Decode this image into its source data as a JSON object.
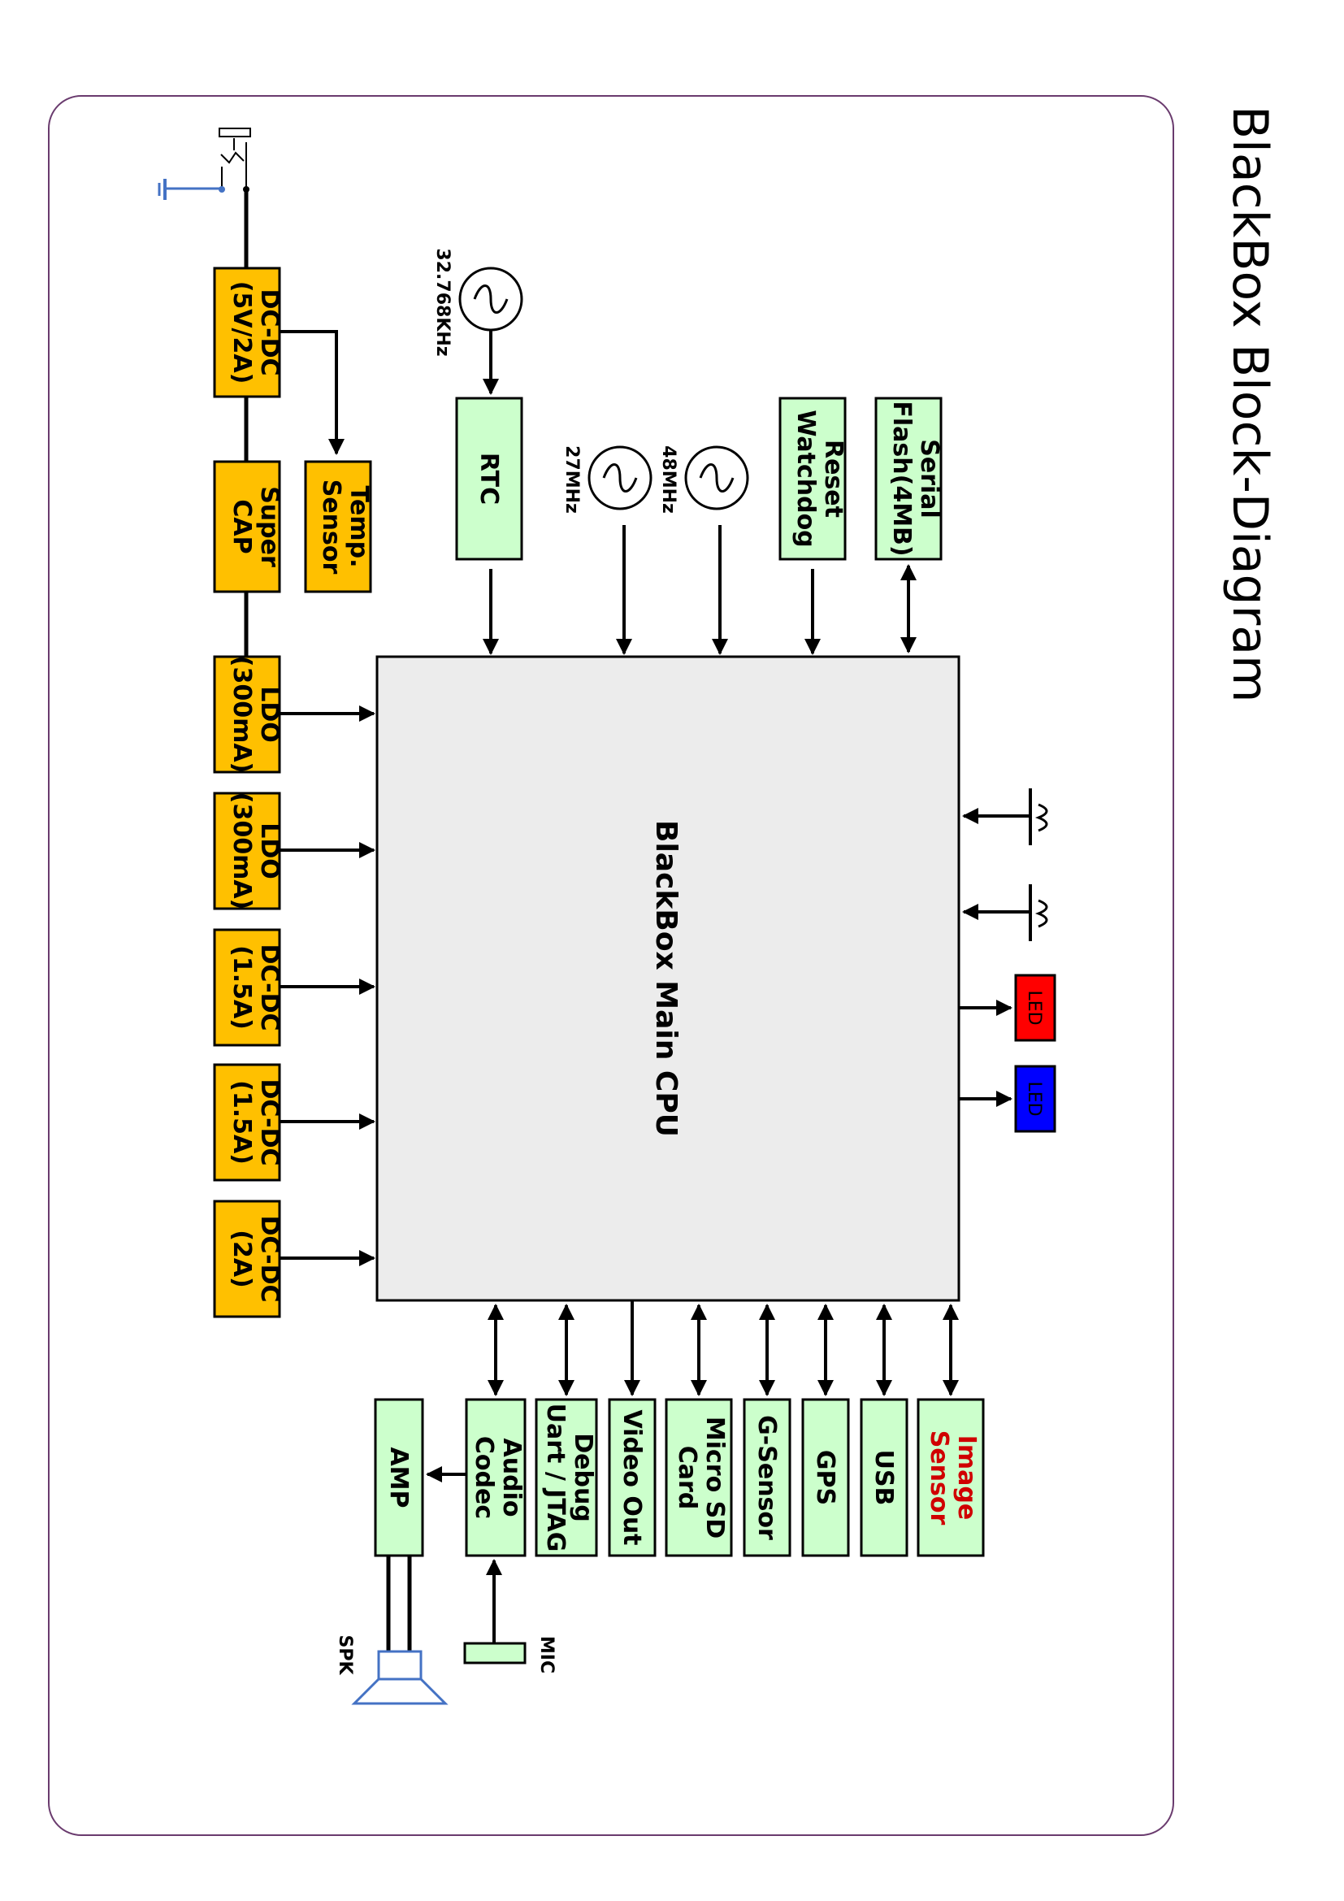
{
  "title": "BlackBox Block-Diagram",
  "cpu": "BlackBox Main CPU",
  "power": {
    "dcdc_main": [
      "DC-DC",
      "(5V/2A)"
    ],
    "temp_sensor": [
      "Temp.",
      "Sensor"
    ],
    "super_cap": [
      "Super",
      "CAP"
    ],
    "ldo1": [
      "LDO",
      "(300mA)"
    ],
    "ldo2": [
      "LDO",
      "(300mA)"
    ],
    "dcdc_15a_1": [
      "DC-DC",
      "(1.5A)"
    ],
    "dcdc_15a_2": [
      "DC-DC",
      "(1.5A)"
    ],
    "dcdc_2a": [
      "DC-DC",
      "(2A)"
    ]
  },
  "clock": {
    "rtc_freq": "32.768KHz",
    "rtc": "RTC",
    "osc_27": "27MHz",
    "osc_48": "48MHz"
  },
  "memory": {
    "reset": [
      "Reset",
      "Watchdog"
    ],
    "flash": [
      "Serial",
      "Flash(4MB)"
    ]
  },
  "leds": {
    "red": "LED",
    "blue": "LED"
  },
  "colors": {
    "led_red": "#ff0000",
    "led_blue": "#0000ff",
    "power_box": "#ffc000",
    "periph_box": "#ccffcc"
  },
  "peripherals": {
    "image": [
      "Image",
      "Sensor"
    ],
    "usb": "USB",
    "gps": "GPS",
    "gsensor": "G-Sensor",
    "sd": [
      "Micro SD",
      "Card"
    ],
    "video": "Video Out",
    "debug": [
      "Debug",
      "Uart / JTAG"
    ],
    "codec": [
      "Audio",
      "Codec"
    ],
    "amp": "AMP"
  },
  "audio": {
    "mic": "MIC",
    "spk": "SPK"
  }
}
